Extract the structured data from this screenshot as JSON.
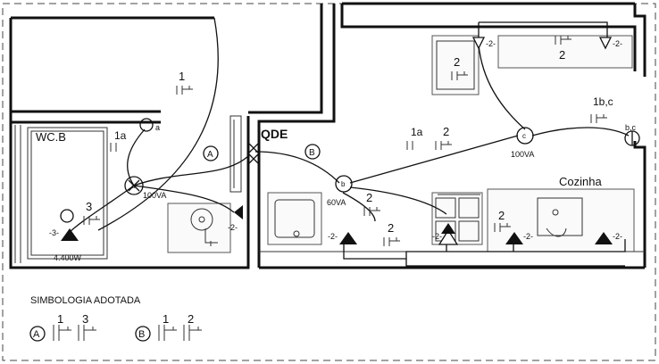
{
  "rooms": {
    "wc": "WC.B",
    "kitchen": "Cozinha",
    "panel": "QDE"
  },
  "circuit_tags": {
    "a": "A",
    "b": "B"
  },
  "loads": {
    "wc_lamp": "100VA",
    "kitchen_lamp_b": "60VA",
    "kitchen_lamp_c": "100VA",
    "shower": "4.400W"
  },
  "switch_labels": {
    "a": "a",
    "b": "b",
    "c": "c",
    "bc": "b,c"
  },
  "circuit_numbers": {
    "n1": "1",
    "n1a": "1a",
    "n1bc": "1b,c",
    "n2": "2",
    "n3": "3",
    "outlet_tag": "-2-",
    "shower_tag": "-3-"
  },
  "legend": {
    "title": "SIMBOLOGIA ADOTADA",
    "a_circle": "A",
    "a_nums": [
      "1",
      "3"
    ],
    "b_circle": "B",
    "b_nums": [
      "1",
      "2"
    ]
  }
}
